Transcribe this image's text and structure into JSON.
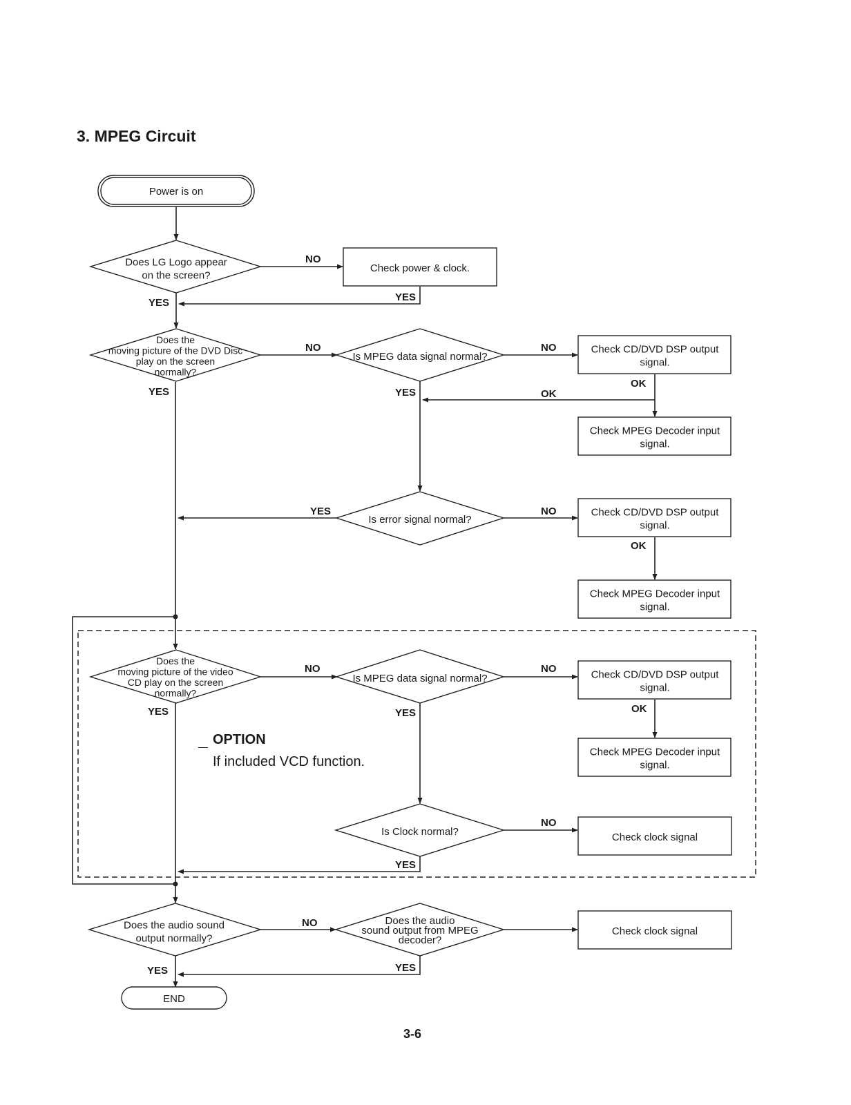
{
  "title": "3. MPEG Circuit",
  "option": {
    "title": "OPTION",
    "text": "If included VCD function."
  },
  "page_number": "3-6",
  "nodes": {
    "start": [
      "Power is on"
    ],
    "logo_q": [
      "Does LG Logo appear",
      "on the screen?"
    ],
    "check_power": [
      "Check power & clock."
    ],
    "dvd_q": [
      "Does the",
      "moving picture of the DVD Disc",
      "play on the screen",
      "normally?"
    ],
    "mpeg_q1": [
      "Is MPEG data signal normal?"
    ],
    "dsp1": [
      "Check CD/DVD DSP output",
      "signal."
    ],
    "decoder1": [
      "Check MPEG Decoder input",
      "signal."
    ],
    "error_q": [
      "Is error signal normal?"
    ],
    "dsp2": [
      "Check CD/DVD DSP output",
      "signal."
    ],
    "decoder2": [
      "Check MPEG Decoder input",
      "signal."
    ],
    "vcd_q": [
      "Does the",
      "moving picture of the video",
      "CD play on the screen",
      "normally?"
    ],
    "mpeg_q2": [
      "Is MPEG data signal normal?"
    ],
    "dsp3": [
      "Check CD/DVD DSP output",
      "signal."
    ],
    "decoder3": [
      "Check MPEG Decoder input",
      "signal."
    ],
    "clock_q": [
      "Is Clock normal?"
    ],
    "clock_check1": [
      "Check clock signal"
    ],
    "audio_q": [
      "Does the audio sound",
      "output normally?"
    ],
    "audio_mpeg_q": [
      "Does the audio",
      "sound output from MPEG",
      "decoder?"
    ],
    "clock_check2": [
      "Check clock signal"
    ],
    "end": [
      "END"
    ]
  },
  "edge_labels": {
    "yes": "YES",
    "no": "NO",
    "ok": "OK"
  }
}
